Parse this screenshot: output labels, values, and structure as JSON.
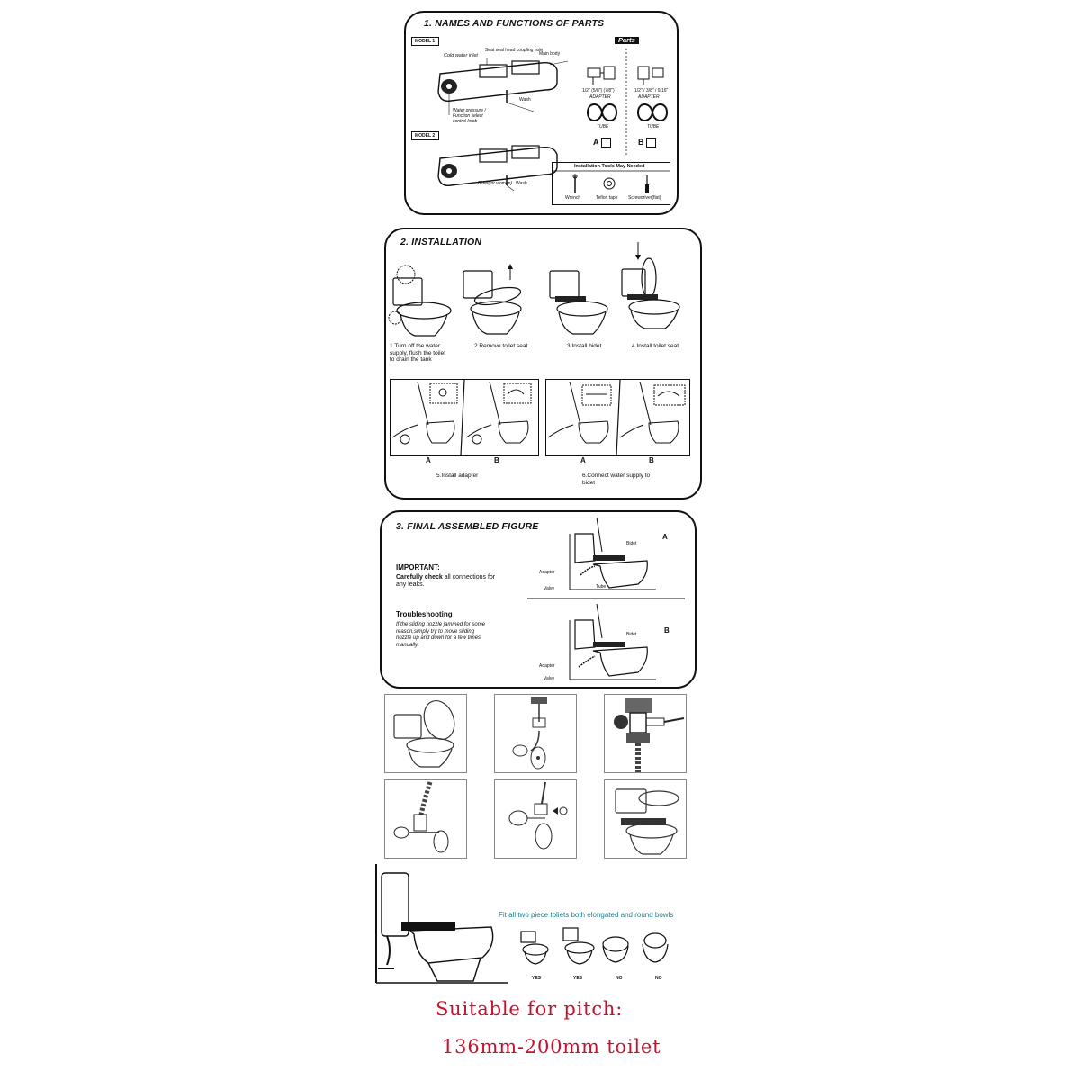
{
  "section1": {
    "title": "1. NAMES AND FUNCTIONS OF PARTS",
    "model1": "MODEL 1",
    "model2": "MODEL 2",
    "parts": "Parts",
    "cold_water_inlet": "Cold water inlet",
    "seat_seal": "Seat seal head coupling hole",
    "main_body": "Main body",
    "wash": "Wash",
    "control_knob": "Water pressure / Function select control knob",
    "bidet_for_women": "Bidet(for women)",
    "wash2": "Wash",
    "adapter_a_size": "1/2\" (5/8\") (7/8\")",
    "adapter_a": "ADAPTER",
    "tube_a": "TUBE",
    "adapter_b_size": "1/2\" / 3/8\" / 9/16\"",
    "adapter_b": "ADAPTER",
    "tube_b": "TUBE",
    "option_a": "A",
    "option_b": "B",
    "tools_title": "Installation Tools May Needed",
    "tools": [
      "Wrench",
      "Teflon tape",
      "Screwdriver(flat)"
    ]
  },
  "section2": {
    "title": "2. INSTALLATION",
    "steps": [
      "1.Turn off the water supply, flush the toilet to drain the tank",
      "2.Remove  toilet seat",
      "3.Install bidet",
      "4.Install toilet seat"
    ],
    "label_a1": "A",
    "label_b1": "B",
    "label_a2": "A",
    "label_b2": "B",
    "step5": "5.Install adapter",
    "step6": "6.Connect water supply to bidet"
  },
  "section3": {
    "title": "3. FINAL ASSEMBLED FIGURE",
    "important": "IMPORTANT:",
    "careful_bold": "Carefully check",
    "careful_rest": " all connections for any leaks.",
    "troubleshooting": "Troubleshooting",
    "troubleshooting_text": "If the sliding nozzle jammed for some reason,simply try to move sliding nozzle up and down for a few times manually.",
    "fig_a": "A",
    "fig_b": "B",
    "bidet": "Bidet",
    "adapter": "Adapter",
    "valve": "Valve",
    "tube": "Tube"
  },
  "fit": {
    "text": "Fit all two piece toliets both elongated and round bowls",
    "labels": [
      "YES",
      "YES",
      "NO",
      "NO"
    ]
  },
  "caption": {
    "line1": "Suitable for pitch:",
    "line2": "136mm-200mm toilet"
  },
  "colors": {
    "caption": "#c8102e",
    "fit_text": "#1f7f86"
  }
}
